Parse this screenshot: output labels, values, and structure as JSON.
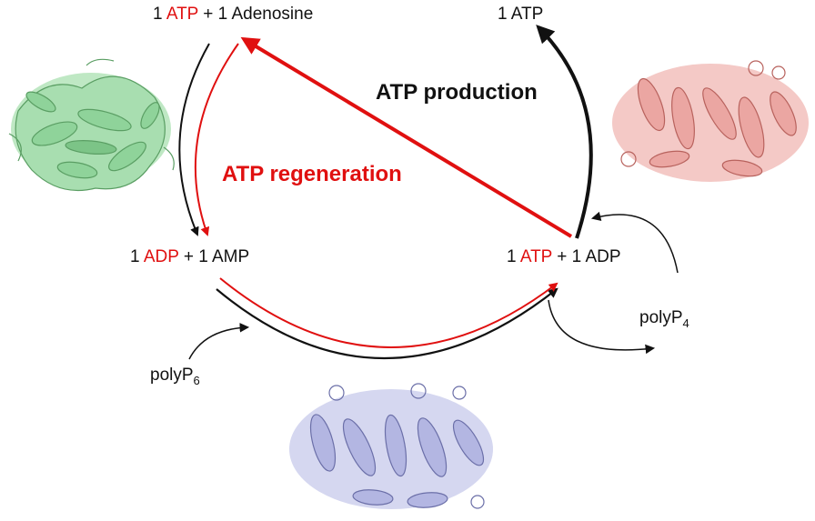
{
  "colors": {
    "accent_red": "#e01010",
    "black": "#111111",
    "protein_green": "#7fc98a",
    "protein_pink": "#e89a96",
    "protein_blue": "#a9acd9"
  },
  "labels": {
    "top_left": {
      "n1": "1",
      "atp": "ATP",
      "rest": "+ 1 Adenosine"
    },
    "top_right": "1 ATP",
    "mid_left": {
      "n1": "1",
      "adp": "ADP",
      "rest": "+ 1 AMP"
    },
    "mid_right": {
      "n1": "1",
      "atp": "ATP",
      "rest": "+ 1 ADP"
    },
    "atp_production": "ATP production",
    "atp_regeneration": "ATP regeneration",
    "polyp6": {
      "base": "polyP",
      "sub": "6"
    },
    "polyp4": {
      "base": "polyP",
      "sub": "4"
    }
  },
  "icons": [
    "green-protein-structure",
    "pink-protein-structure",
    "blue-protein-structure"
  ]
}
